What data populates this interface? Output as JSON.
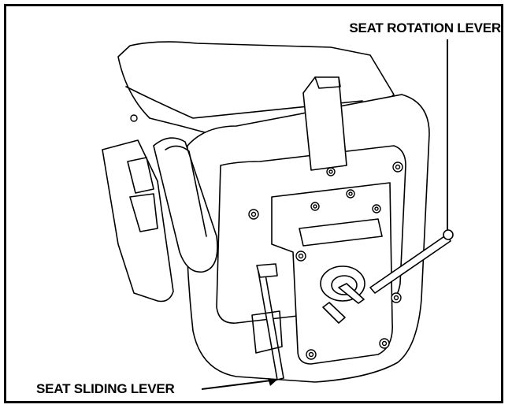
{
  "figure": {
    "subject": "seat-assembly-rear-view",
    "callouts": {
      "rotation": "SEAT ROTATION LEVER",
      "sliding": "SEAT SLIDING LEVER"
    }
  },
  "colors": {
    "line": "#000000",
    "background": "#ffffff"
  }
}
